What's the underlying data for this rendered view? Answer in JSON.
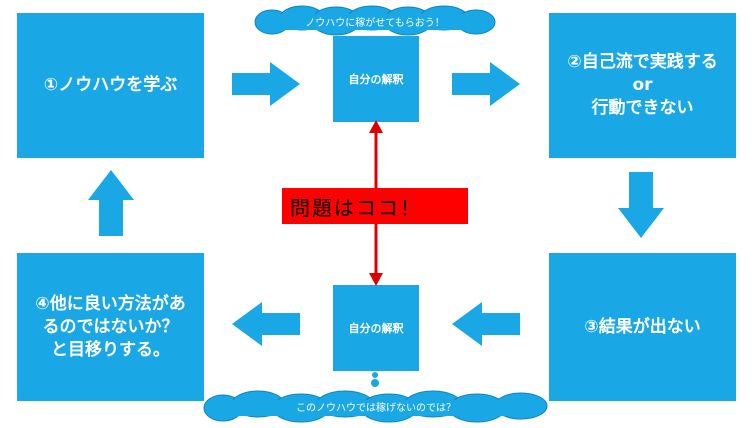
{
  "colors": {
    "box": "#1aa7e6",
    "problem": "#ff0000",
    "arrow": "#dd0000"
  },
  "steps": {
    "step1": [
      "①ノウハウを学ぶ"
    ],
    "step2": [
      "②自己流で実践する",
      "or",
      "行動できない"
    ],
    "step3": [
      "③結果が出ない"
    ],
    "step4": [
      "④他に良い方法があ",
      "るのではないか？",
      "と目移りする。"
    ]
  },
  "interpretation": {
    "top": "自分の解釈",
    "bottom": "自分の解釈"
  },
  "problem": "問題はココ！",
  "clouds": {
    "top": "ノウハウに稼がせてもらおう！",
    "bottom": "このノウハウでは稼げないのでは？"
  }
}
